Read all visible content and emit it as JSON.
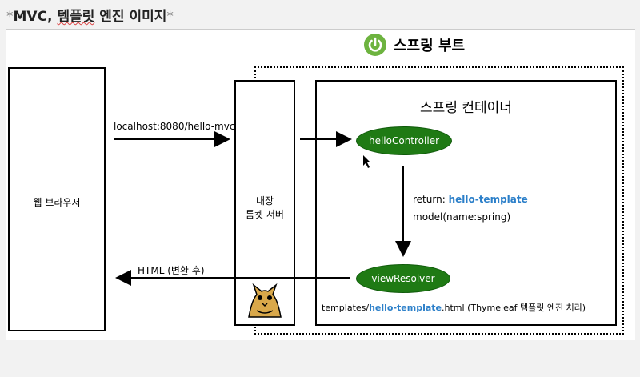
{
  "title": {
    "prefix": "*",
    "main": "MVC, ",
    "underlined": "템플릿",
    "rest": " 엔진 이미지",
    "suffix": "*"
  },
  "spring_boot": {
    "label": "스프링 부트",
    "icon": "power-icon",
    "color": "#6db33f"
  },
  "browser": {
    "label": "웹 브라우저"
  },
  "tomcat": {
    "line1": "내장",
    "line2": "톰켓 서버",
    "icon": "tomcat-cat-icon"
  },
  "container": {
    "label": "스프링 컨테이너"
  },
  "request": {
    "label": "localhost:8080/hello-mvc"
  },
  "response": {
    "label": "HTML (변환 후)"
  },
  "hello_controller": {
    "label": "helloController"
  },
  "view_resolver": {
    "label": "viewResolver"
  },
  "return_info": {
    "prefix": "return: ",
    "value": "hello-template",
    "model": "model(name:spring)"
  },
  "templates": {
    "prefix": "templates/",
    "name": "hello-template",
    "suffix": ".html (Thymeleaf 템플릿 엔진 처리)"
  },
  "colors": {
    "oval": "#1f7a14",
    "accent_blue": "#2b7fc9"
  }
}
